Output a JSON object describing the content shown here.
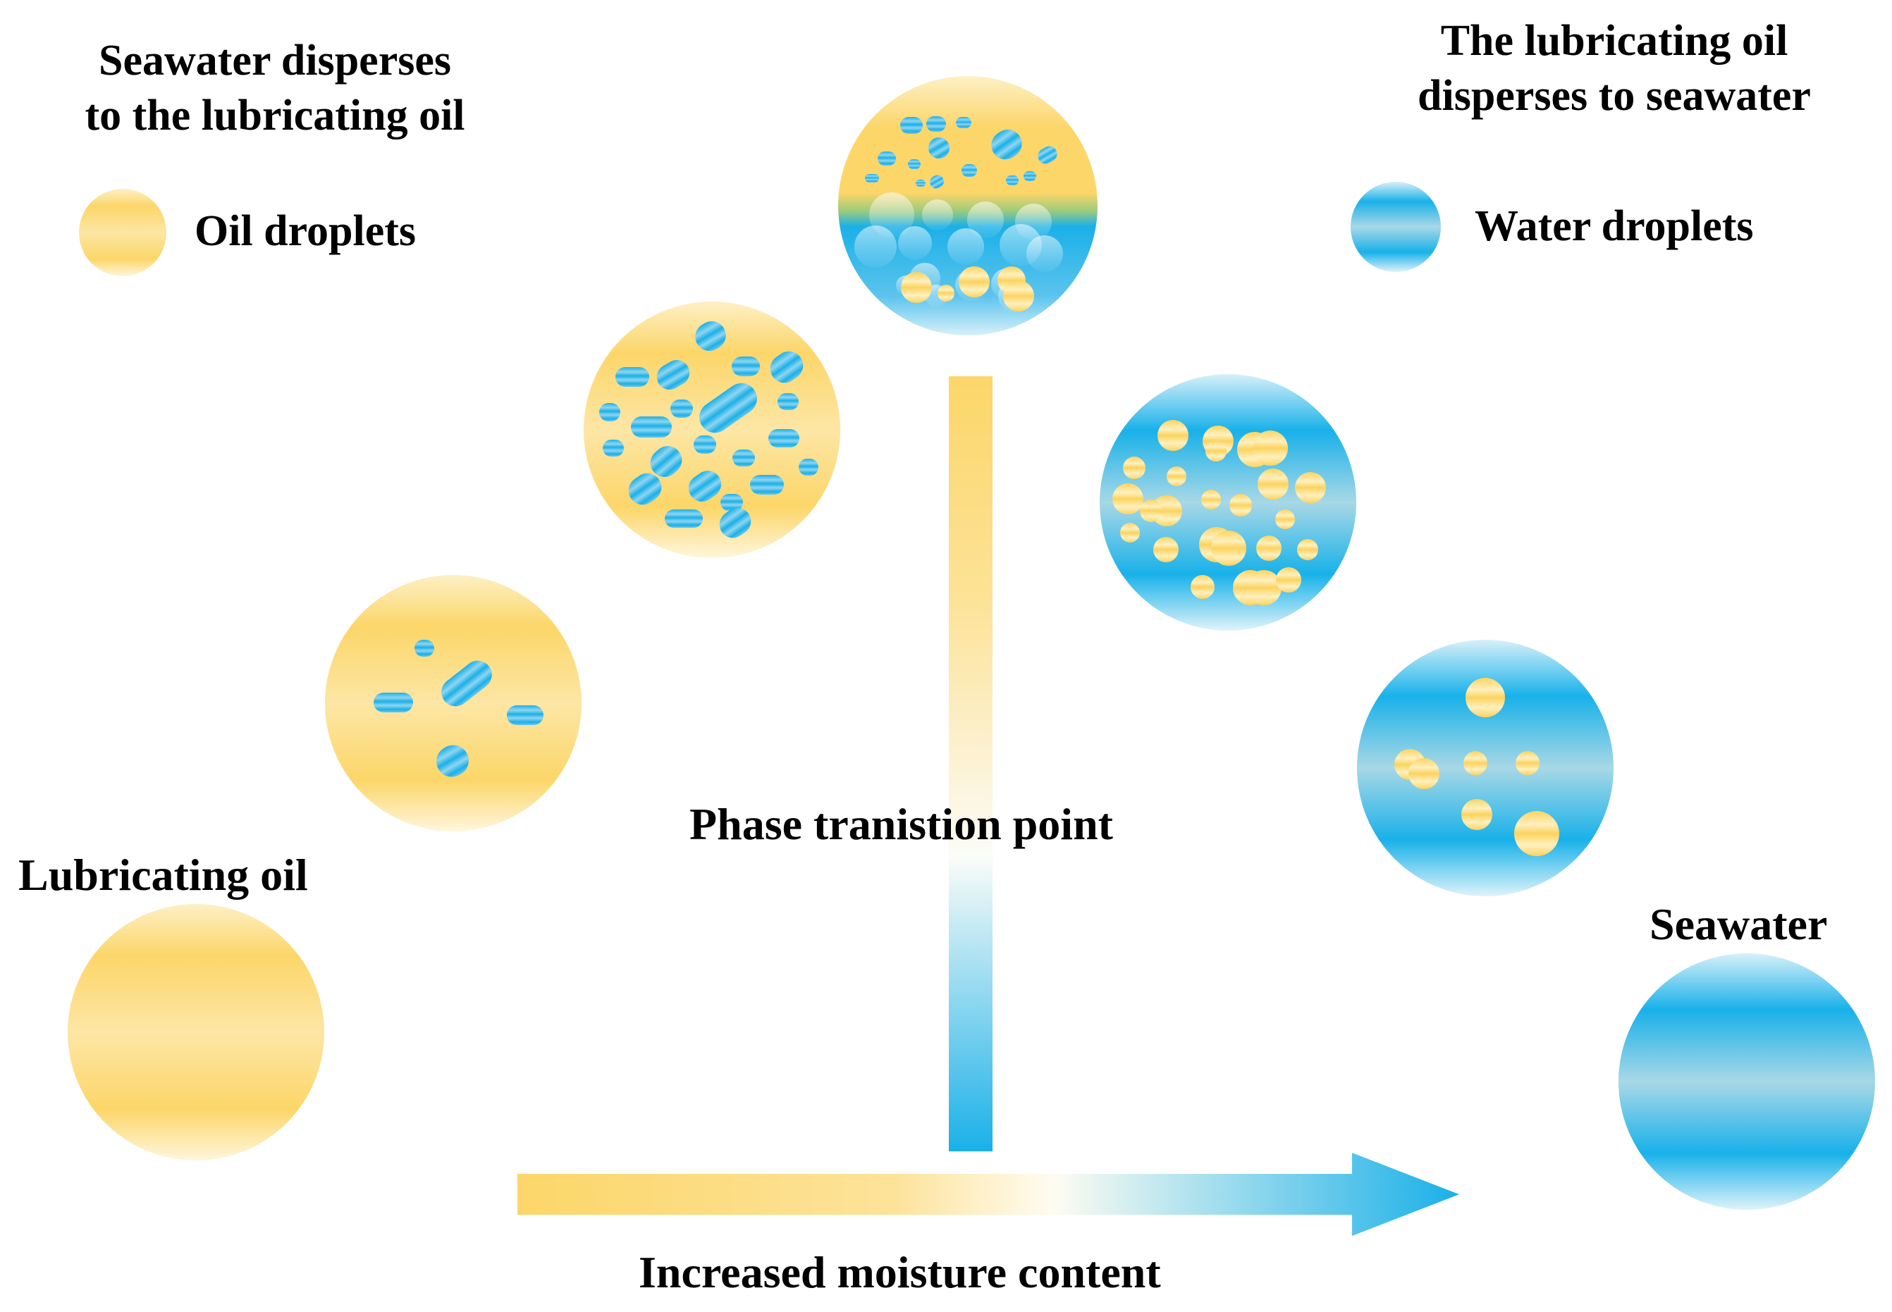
{
  "legend": {
    "oil_title_line1": "Seawater disperses",
    "oil_title_line2": "to the lubricating oil",
    "oil_item": "Oil droplets",
    "water_title_line1": "The lubricating oil",
    "water_title_line2": "disperses to seawater",
    "water_item": "Water droplets"
  },
  "labels": {
    "lubricating_oil": "Lubricating oil",
    "seawater": "Seawater",
    "phase_transition": "Phase tranistion point",
    "axis": "Increased moisture content"
  },
  "colors": {
    "oil_light": "#fff3cf",
    "oil": "#fcd669",
    "water_light": "#cdeef8",
    "water": "#1ab0e8"
  },
  "stages": [
    {
      "phase": "oil-continuous",
      "dispersed": "water",
      "droplet_level": "none"
    },
    {
      "phase": "oil-continuous",
      "dispersed": "water",
      "droplet_level": "low"
    },
    {
      "phase": "oil-continuous",
      "dispersed": "water",
      "droplet_level": "high"
    },
    {
      "phase": "transition",
      "dispersed": "mixed",
      "droplet_level": "separating"
    },
    {
      "phase": "water-continuous",
      "dispersed": "oil",
      "droplet_level": "high"
    },
    {
      "phase": "water-continuous",
      "dispersed": "oil",
      "droplet_level": "low"
    },
    {
      "phase": "water-continuous",
      "dispersed": "oil",
      "droplet_level": "none"
    }
  ]
}
